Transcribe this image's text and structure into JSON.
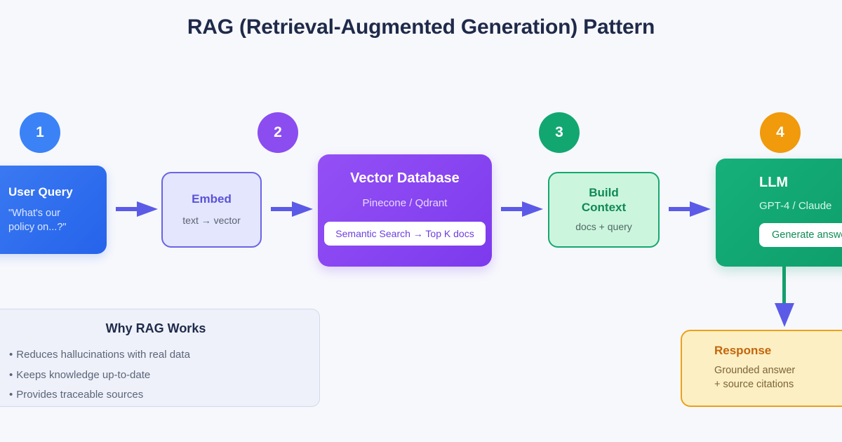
{
  "title": "RAG (Retrieval-Augmented Generation) Pattern",
  "colors": {
    "background": "#f7f8fc",
    "title": "#1f2a4a",
    "arrow": "#5b5be8",
    "badge_1": "#3b82f6",
    "badge_2": "#8b4df0",
    "badge_3": "#12a771",
    "badge_4": "#f09a0c",
    "vector_db": "#7c3aed",
    "llm": "#0d9c6a",
    "response_border": "#eda019",
    "vertical_connector": "#12a06d"
  },
  "badges": [
    {
      "number": "1"
    },
    {
      "number": "2"
    },
    {
      "number": "3"
    },
    {
      "number": "4"
    }
  ],
  "nodes": {
    "user_query": {
      "title": "User Query",
      "sub_line_1": "\"What's our",
      "sub_line_2": "policy on...?\""
    },
    "embed": {
      "title": "Embed",
      "sub": "text → vector"
    },
    "vector_db": {
      "title": "Vector Database",
      "sub": "Pinecone / Qdrant",
      "pill": "Semantic Search → Top K docs"
    },
    "build_context": {
      "title_line_1": "Build",
      "title_line_2": "Context",
      "sub": "docs + query"
    },
    "llm": {
      "title": "LLM",
      "sub": "GPT-4 / Claude",
      "pill": "Generate answer"
    },
    "response": {
      "title": "Response",
      "sub_line_1": "Grounded answer",
      "sub_line_2": "+ source citations"
    }
  },
  "panel": {
    "title": "Why RAG Works",
    "bullet_glyph": "•",
    "items": [
      "Reduces hallucinations with real data",
      "Keeps knowledge up-to-date",
      "Provides traceable sources"
    ]
  },
  "arrows": {
    "flow_1_label": "user-query-to-embed",
    "flow_2_label": "embed-to-vector-db",
    "flow_3_label": "vector-db-to-build-context",
    "flow_4_label": "build-context-to-llm",
    "flow_5_label": "llm-to-response"
  }
}
